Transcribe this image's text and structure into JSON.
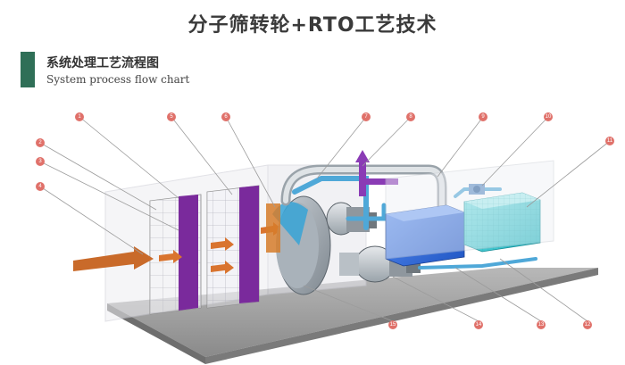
{
  "title": "分子筛转轮+RTO工艺技术",
  "section": {
    "title_cn": "系统处理工艺流程图",
    "title_en": "System process flow chart"
  },
  "colors": {
    "accent_bar": "#2f6f57",
    "callout": "#e0716a",
    "filter_purple": "#7a2a9c",
    "duct_blue": "#4fa8d8",
    "tank_blue": "#2f6fd8",
    "tank_cyan": "#27c7cf",
    "arrow_orange": "#d9742f",
    "exhaust_purple": "#8a3bb5"
  },
  "callouts": [
    "1",
    "2",
    "3",
    "4",
    "5",
    "6",
    "7",
    "8",
    "9",
    "10",
    "11",
    "12",
    "13",
    "14",
    "15"
  ]
}
